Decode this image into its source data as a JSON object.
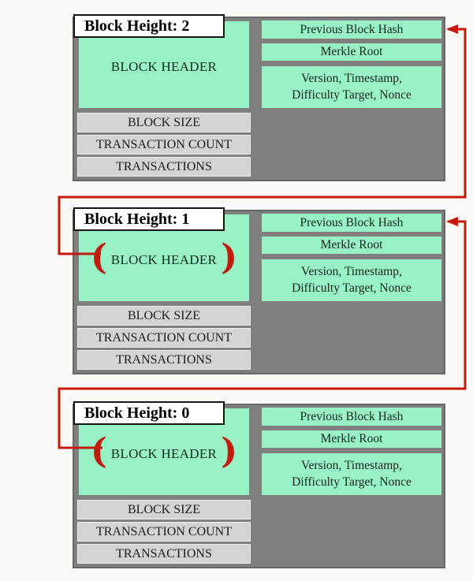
{
  "colors": {
    "field_green": "#99f2c6",
    "container_gray": "#7f7f7f",
    "row_gray": "#d4d4d4",
    "arrow_red": "#c41a0d",
    "label_bg": "#ffffff"
  },
  "blocks": [
    {
      "title": "Block Height: 2",
      "brace_open": "",
      "brace_close": "",
      "header": "BLOCK HEADER",
      "rows": {
        "size": "BLOCK SIZE",
        "count": "TRANSACTION COUNT",
        "transactions": "TRANSACTIONS"
      },
      "fields": {
        "previous_hash": "Previous Block Hash",
        "merkle_root": "Merkle Root",
        "version_line1": "Version, Timestamp,",
        "version_line2": "Difficulty Target, Nonce"
      }
    },
    {
      "title": "Block Height: 1",
      "brace_open": "(",
      "brace_close": ")",
      "header": "BLOCK HEADER",
      "rows": {
        "size": "BLOCK SIZE",
        "count": "TRANSACTION COUNT",
        "transactions": "TRANSACTIONS"
      },
      "fields": {
        "previous_hash": "Previous Block Hash",
        "merkle_root": "Merkle Root",
        "version_line1": "Version, Timestamp,",
        "version_line2": "Difficulty Target, Nonce"
      }
    },
    {
      "title": "Block Height: 0",
      "brace_open": "(",
      "brace_close": ")",
      "header": "BLOCK HEADER",
      "rows": {
        "size": "BLOCK SIZE",
        "count": "TRANSACTION COUNT",
        "transactions": "TRANSACTIONS"
      },
      "fields": {
        "previous_hash": "Previous Block Hash",
        "merkle_root": "Merkle Root",
        "version_line1": "Version, Timestamp,",
        "version_line2": "Difficulty Target, Nonce"
      }
    }
  ],
  "arrows": [
    {
      "from": "block-height-1-block-header",
      "to": "block-height-2-previous-block-hash"
    },
    {
      "from": "block-height-0-block-header",
      "to": "block-height-1-previous-block-hash"
    }
  ]
}
